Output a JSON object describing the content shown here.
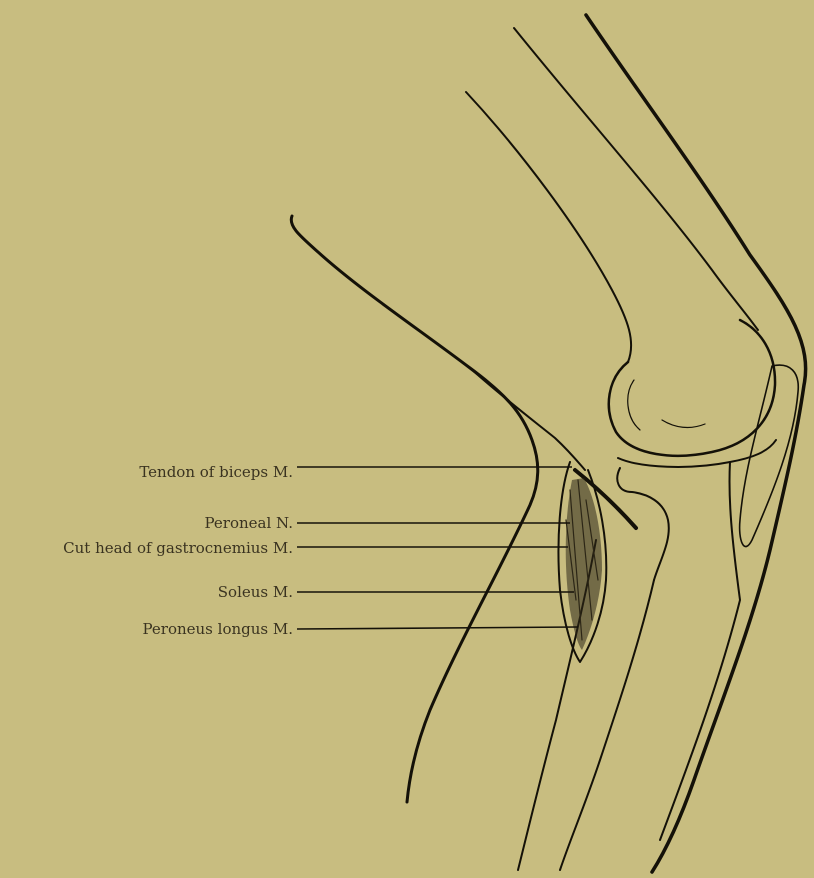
{
  "figure": {
    "background_color": "#c8bd80",
    "ink_color": "#141108",
    "labels": [
      "Tendon of biceps M.",
      "Peroneal N.",
      "Cut head of gastrocnemius M.",
      "Soleus M.",
      "Peroneus longus M."
    ]
  }
}
